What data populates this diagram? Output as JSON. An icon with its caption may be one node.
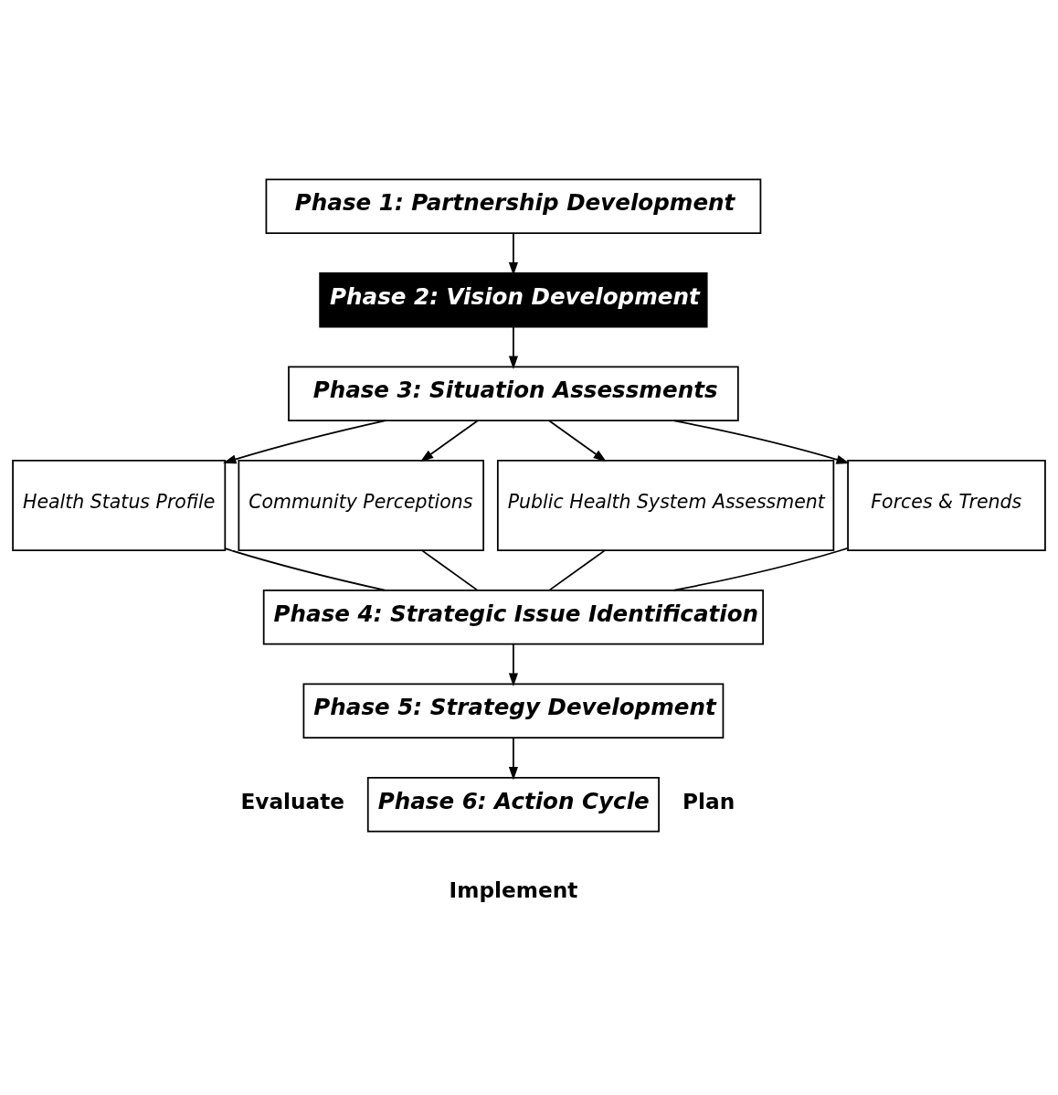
{
  "diagram": {
    "nodes": [
      {
        "text": [
          "Phase 1: Partnership Development"
        ]
      },
      {
        "text": [
          "Phase 2: Vision Development"
        ]
      },
      {
        "text": [
          "Phase 3: Situation Assessments"
        ]
      },
      {
        "text": [
          "Health Status Profile"
        ]
      },
      {
        "text": [
          "Community Perceptions"
        ]
      },
      {
        "text": [
          "Public Health System Assessment"
        ]
      },
      {
        "text": [
          "Forces & Trends"
        ]
      },
      {
        "text": [
          "Phase 4: Strategic Issue Identification"
        ]
      },
      {
        "text": [
          "Phase 5: Strategy Development"
        ]
      },
      {
        "text": [
          "Phase 6: Action Cycle"
        ]
      }
    ],
    "edges": [
      {
        "from": 0,
        "to": 1,
        "arrow": "to"
      },
      {
        "from": 1,
        "to": 2,
        "arrow": "to"
      },
      {
        "from": 2,
        "to": 3,
        "arrow": "to"
      },
      {
        "from": 2,
        "to": 4,
        "arrow": "to"
      },
      {
        "from": 2,
        "to": 5,
        "arrow": "to"
      },
      {
        "from": 2,
        "to": 6,
        "arrow": "to"
      },
      {
        "from": 3,
        "to": 7,
        "arrow": "none"
      },
      {
        "from": 4,
        "to": 7,
        "arrow": "none"
      },
      {
        "from": 5,
        "to": 7,
        "arrow": "none"
      },
      {
        "from": 6,
        "to": 7,
        "arrow": "none"
      },
      {
        "from": 7,
        "to": 8,
        "arrow": "to"
      },
      {
        "from": 8,
        "to": 9,
        "arrow": "to"
      }
    ],
    "labels": [
      "Evaluate",
      "Plan",
      "Implement"
    ]
  }
}
